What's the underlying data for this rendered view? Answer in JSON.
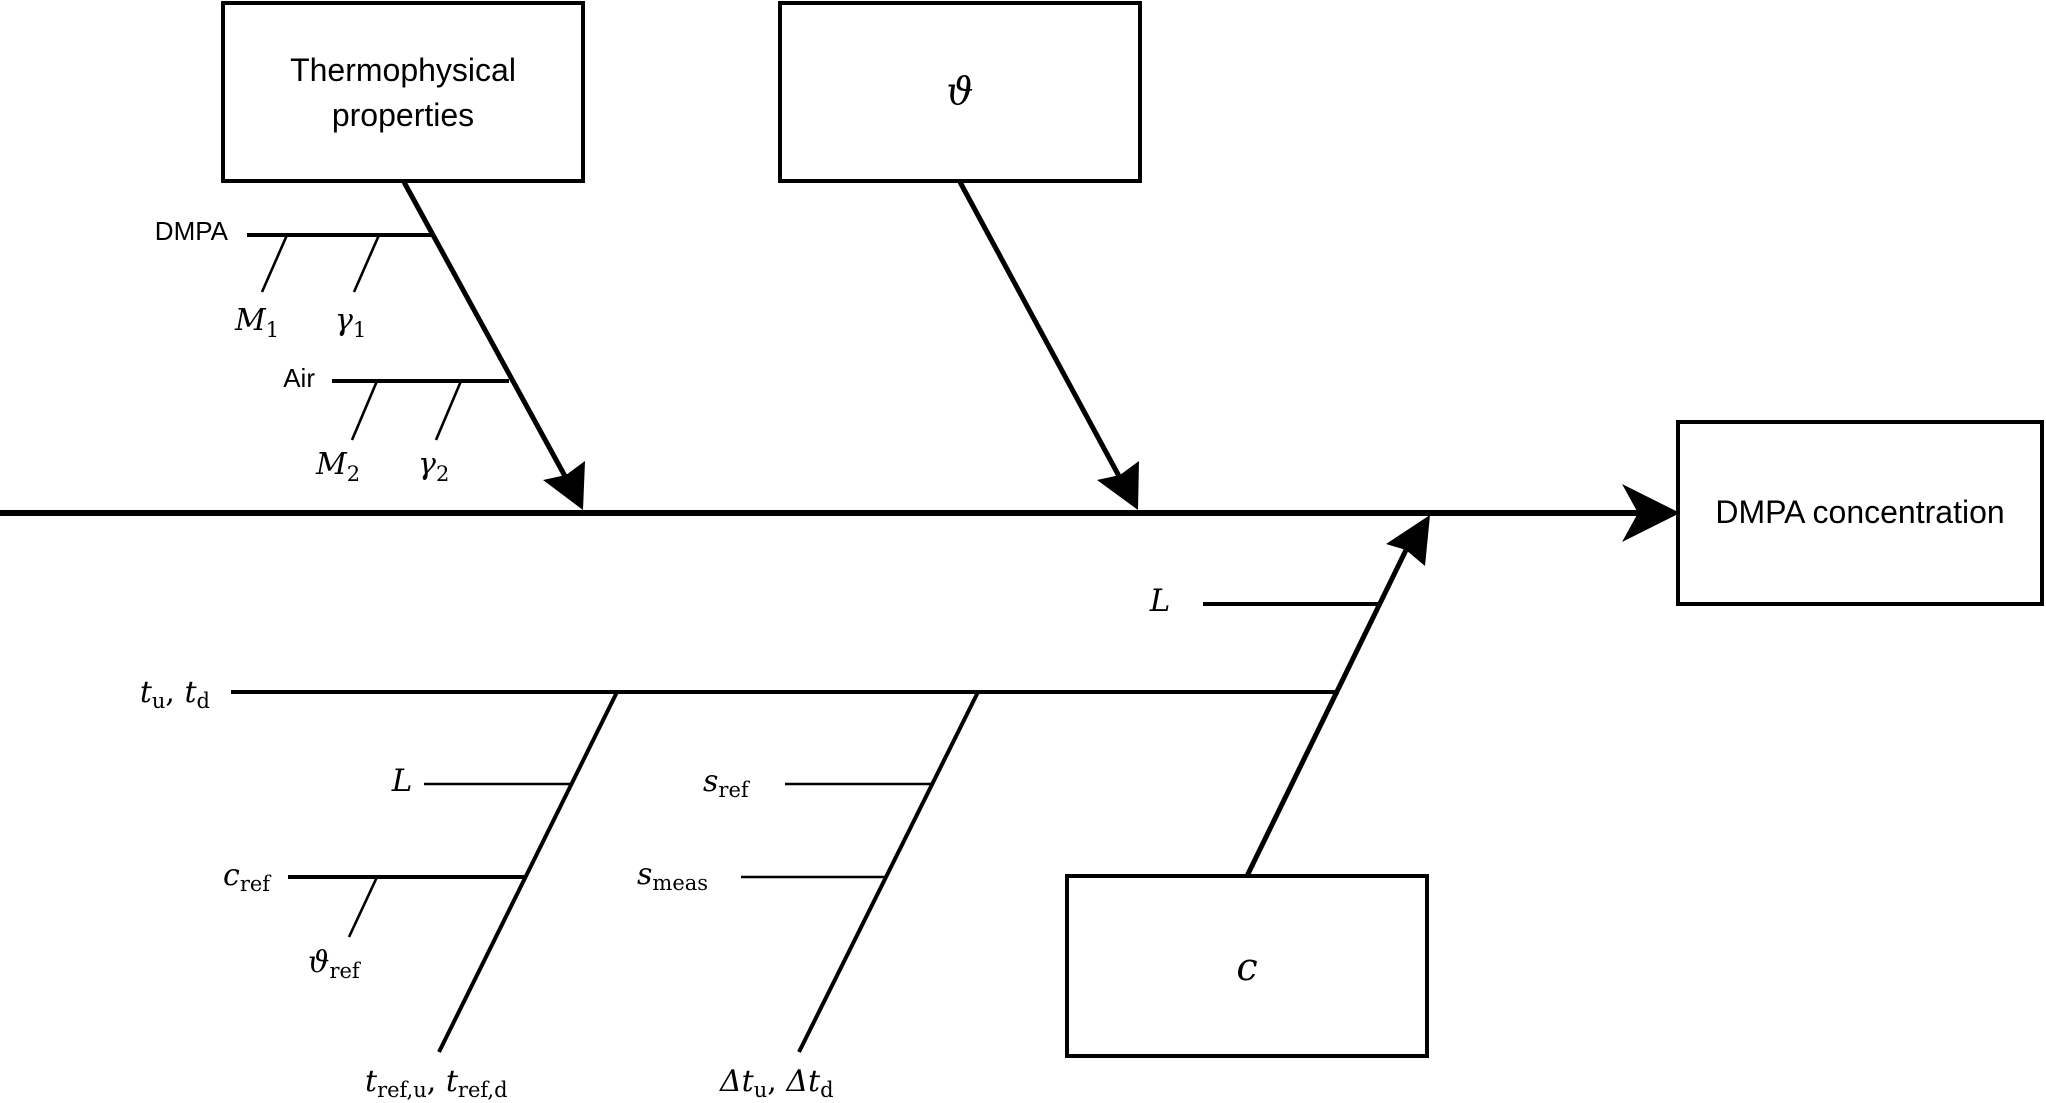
{
  "effect": {
    "label": "DMPA concentration"
  },
  "causes": {
    "thermophysical": {
      "title_line1": "Thermophysical",
      "title_line2": "properties",
      "dmpa": {
        "label": "DMPA",
        "m_var": "M",
        "m_sub": "1",
        "g_var": "γ",
        "g_sub": "1"
      },
      "air": {
        "label": "Air",
        "m_var": "M",
        "m_sub": "2",
        "g_var": "γ",
        "g_sub": "2"
      }
    },
    "temperature": {
      "symbol": "ϑ"
    },
    "c": {
      "symbol": "c",
      "L": "L",
      "times": {
        "t1": "t",
        "t1_sub": "u",
        "sep": ", ",
        "t2": "t",
        "t2_sub": "d"
      },
      "reference": {
        "L": "L",
        "c_ref_var": "c",
        "c_ref_sub": "ref",
        "theta_ref_var": "ϑ",
        "theta_ref_sub": "ref",
        "t1": "t",
        "t1_sub": "ref,u",
        "sep": ", ",
        "t2": "t",
        "t2_sub": "ref,d"
      },
      "delta": {
        "s_ref_var": "s",
        "s_ref_sub": "ref",
        "s_meas_var": "s",
        "s_meas_sub": "meas",
        "d1": "Δt",
        "d1_sub": "u",
        "sep": ", ",
        "d2": "Δt",
        "d2_sub": "d"
      }
    }
  }
}
